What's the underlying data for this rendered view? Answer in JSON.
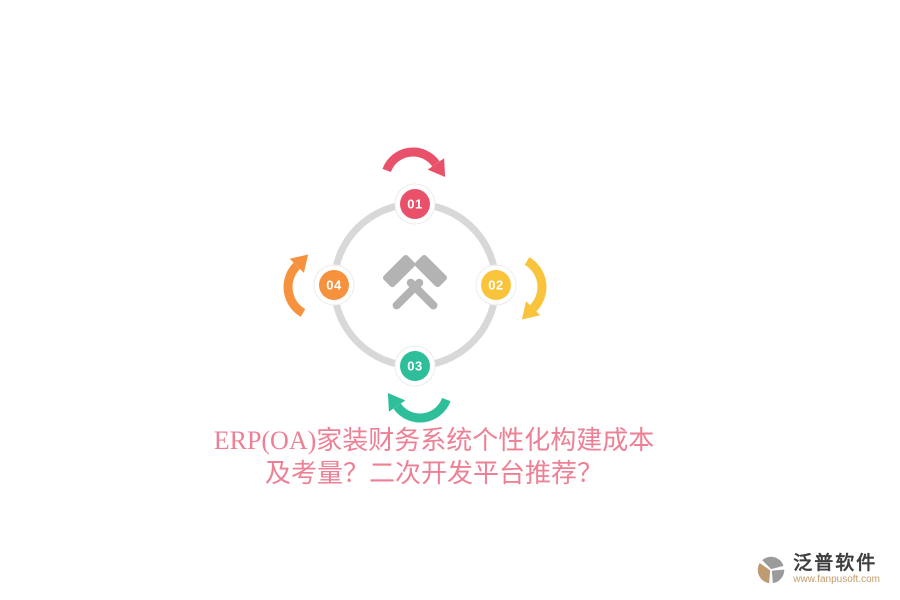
{
  "page": {
    "background_color": "#ffffff"
  },
  "diagram": {
    "ring_color": "#d8d8d8",
    "center_icon": "crossed-hammers",
    "center_icon_color": "#b3b3b3",
    "steps": [
      {
        "label": "01",
        "position": "top",
        "color": "#e9516b"
      },
      {
        "label": "02",
        "position": "right",
        "color": "#f9c33c"
      },
      {
        "label": "03",
        "position": "bottom",
        "color": "#2ebf9a"
      },
      {
        "label": "04",
        "position": "left",
        "color": "#f6913e"
      }
    ]
  },
  "title": {
    "line1": "ERP(OA)家装财务系统个性化构建成本",
    "line2": "及考量？二次开发平台推荐？",
    "color": "#ee8095"
  },
  "footer_logo": {
    "brand": "泛普软件",
    "website": "www.fanpusoft.com",
    "icon_gray": "#9b9b9b",
    "icon_tan": "#bf9b72",
    "brand_color": "#3f3f3f",
    "website_color": "#c49a6c"
  }
}
